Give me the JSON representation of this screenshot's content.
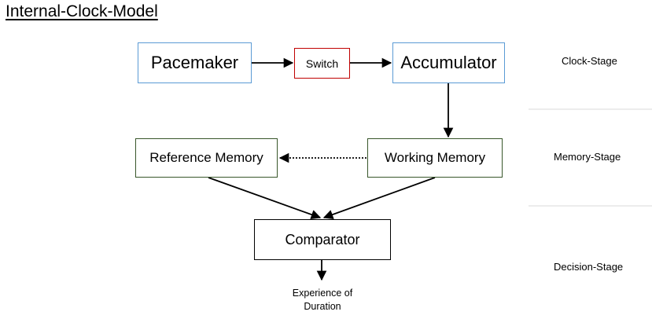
{
  "title": "Internal-Clock-Model",
  "nodes": {
    "pacemaker": "Pacemaker",
    "switch": "Switch",
    "accumulator": "Accumulator",
    "reference_memory": "Reference Memory",
    "working_memory": "Working Memory",
    "comparator": "Comparator"
  },
  "output": {
    "line1": "Experience of",
    "line2": "Duration"
  },
  "stages": {
    "clock": "Clock-Stage",
    "memory": "Memory-Stage",
    "decision": "Decision-Stage"
  },
  "colors": {
    "clock_box_border": "#5b9bd5",
    "switch_border": "#c00000",
    "memory_box_border": "#38562a",
    "comparator_border": "#000000",
    "divider": "#d9d9d9"
  }
}
